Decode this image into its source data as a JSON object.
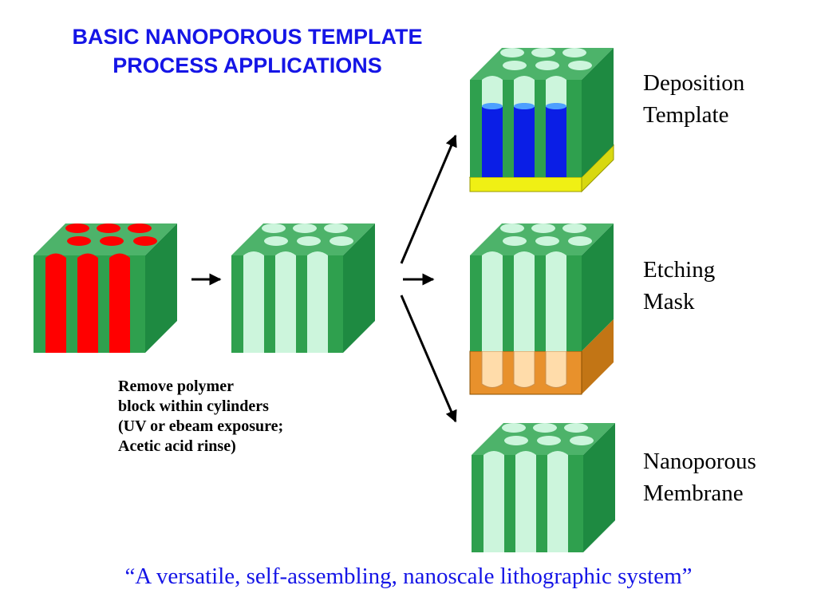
{
  "title": {
    "line1": "BASIC NANOPOROUS TEMPLATE",
    "line2": "PROCESS APPLICATIONS"
  },
  "labels": {
    "deposition": {
      "line1": "Deposition",
      "line2": "Template"
    },
    "etching": {
      "line1": "Etching",
      "line2": "Mask"
    },
    "membrane": {
      "line1": "Nanoporous",
      "line2": "Membrane"
    }
  },
  "caption": [
    "Remove polymer",
    "block within cylinders",
    "(UV or ebeam exposure;",
    "Acetic acid rinse)"
  ],
  "quote": "“A versatile, self-assembling, nanoscale lithographic system”",
  "colors": {
    "title_text": "#1515e6",
    "block_front": "#2fa04e",
    "block_top": "#4db36a",
    "block_side": "#1e8a41",
    "pore": "#ccf5dc",
    "polymer": "#ff0000",
    "deposit": "#0a1ee6",
    "substrate": "#f0f014",
    "etch_layer": "#e8912c",
    "etch_pore": "#ffdcaa"
  }
}
